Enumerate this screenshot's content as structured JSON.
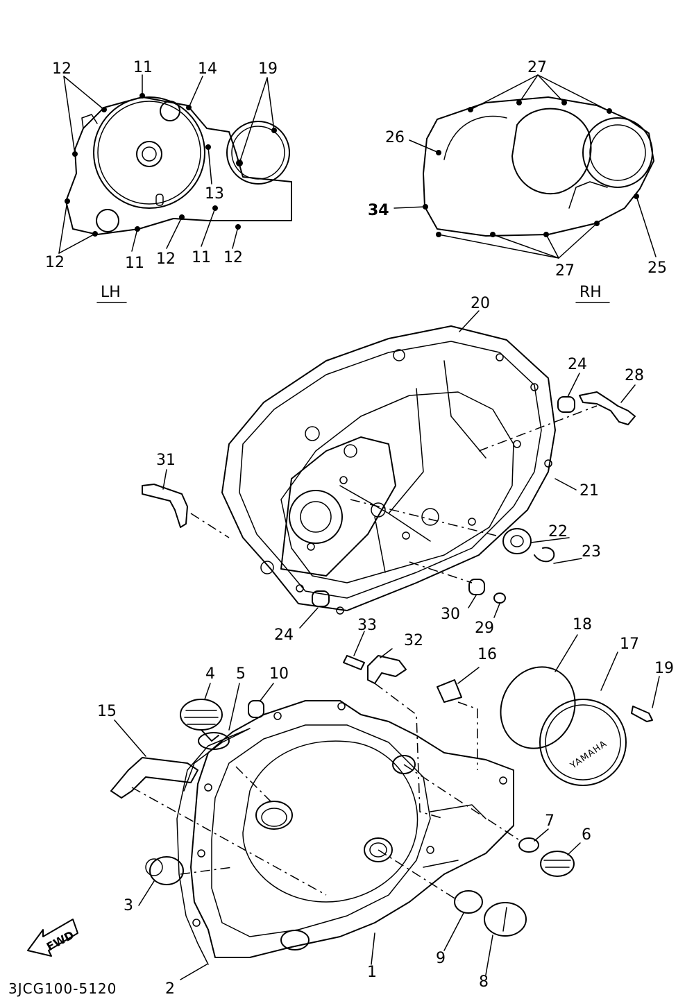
{
  "diagram": {
    "part_code": "3JCG100-5120",
    "left_side_label": "LH",
    "right_side_label": "RH",
    "fwd_label": "FWD",
    "brand_label": "YAMAHA",
    "callouts": [
      {
        "id": "lh-12a",
        "label": "12"
      },
      {
        "id": "lh-11a",
        "label": "11"
      },
      {
        "id": "lh-14",
        "label": "14"
      },
      {
        "id": "lh-19",
        "label": "19"
      },
      {
        "id": "lh-13",
        "label": "13"
      },
      {
        "id": "lh-12b",
        "label": "12"
      },
      {
        "id": "lh-11b",
        "label": "11"
      },
      {
        "id": "lh-12c",
        "label": "12"
      },
      {
        "id": "lh-11c",
        "label": "11"
      },
      {
        "id": "lh-12d",
        "label": "12"
      },
      {
        "id": "rh-27a",
        "label": "27"
      },
      {
        "id": "rh-26",
        "label": "26"
      },
      {
        "id": "rh-34",
        "label": "34"
      },
      {
        "id": "rh-27b",
        "label": "27"
      },
      {
        "id": "rh-25",
        "label": "25"
      },
      {
        "id": "p-20",
        "label": "20"
      },
      {
        "id": "p-24a",
        "label": "24"
      },
      {
        "id": "p-28",
        "label": "28"
      },
      {
        "id": "p-31",
        "label": "31"
      },
      {
        "id": "p-21",
        "label": "21"
      },
      {
        "id": "p-22",
        "label": "22"
      },
      {
        "id": "p-23",
        "label": "23"
      },
      {
        "id": "p-30",
        "label": "30"
      },
      {
        "id": "p-29",
        "label": "29"
      },
      {
        "id": "p-24b",
        "label": "24"
      },
      {
        "id": "p-33",
        "label": "33"
      },
      {
        "id": "p-32",
        "label": "32"
      },
      {
        "id": "p-16",
        "label": "16"
      },
      {
        "id": "p-18",
        "label": "18"
      },
      {
        "id": "p-17",
        "label": "17"
      },
      {
        "id": "p-19",
        "label": "19"
      },
      {
        "id": "p-4",
        "label": "4"
      },
      {
        "id": "p-5",
        "label": "5"
      },
      {
        "id": "p-10",
        "label": "10"
      },
      {
        "id": "p-15",
        "label": "15"
      },
      {
        "id": "p-7",
        "label": "7"
      },
      {
        "id": "p-6",
        "label": "6"
      },
      {
        "id": "p-3",
        "label": "3"
      },
      {
        "id": "p-9",
        "label": "9"
      },
      {
        "id": "p-8",
        "label": "8"
      },
      {
        "id": "p-1",
        "label": "1"
      },
      {
        "id": "p-2",
        "label": "2"
      }
    ]
  }
}
